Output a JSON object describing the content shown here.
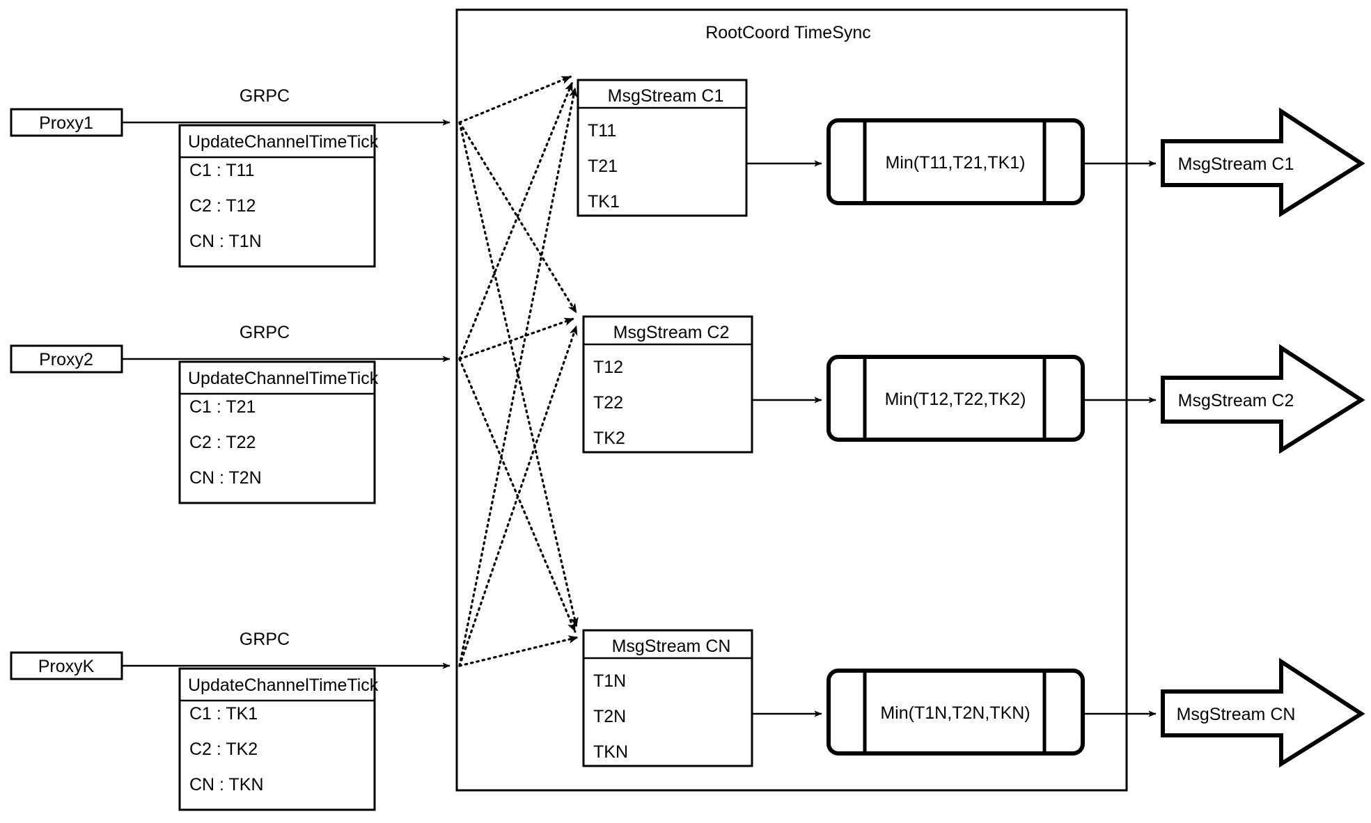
{
  "diagram": {
    "title": "RootCoord TimeSync",
    "container_label": "RootCoord TimeSync",
    "grpc_label": "GRPC",
    "rows": [
      {
        "proxy": "Proxy1",
        "grpc": "GRPC",
        "request": {
          "title": "UpdateChannelTimeTick",
          "entries": [
            "C1 :  T11",
            "C2 :  T12",
            "CN : T1N"
          ]
        },
        "msgstream": {
          "title": "MsgStream C1",
          "entries": [
            "T11",
            "T21",
            "TK1"
          ]
        },
        "min": "Min(T11,T21,TK1)",
        "output": "MsgStream C1"
      },
      {
        "proxy": "Proxy2",
        "grpc": "GRPC",
        "request": {
          "title": "UpdateChannelTimeTick",
          "entries": [
            "C1 :  T21",
            "C2 :  T22",
            "CN : T2N"
          ]
        },
        "msgstream": {
          "title": "MsgStream C2",
          "entries": [
            "T12",
            "T22",
            "TK2"
          ]
        },
        "min": "Min(T12,T22,TK2)",
        "output": "MsgStream C2"
      },
      {
        "proxy": "ProxyK",
        "grpc": "GRPC",
        "request": {
          "title": "UpdateChannelTimeTick",
          "entries": [
            "C1 :  TK1",
            "C2 :  TK2",
            "CN : TKN"
          ]
        },
        "msgstream": {
          "title": "MsgStream CN",
          "entries": [
            "T1N",
            "T2N",
            "TKN"
          ]
        },
        "min": "Min(T1N,T2N,TKN)",
        "output": "MsgStream CN"
      }
    ],
    "colors": {
      "stroke": "#000000",
      "background": "#ffffff"
    }
  }
}
